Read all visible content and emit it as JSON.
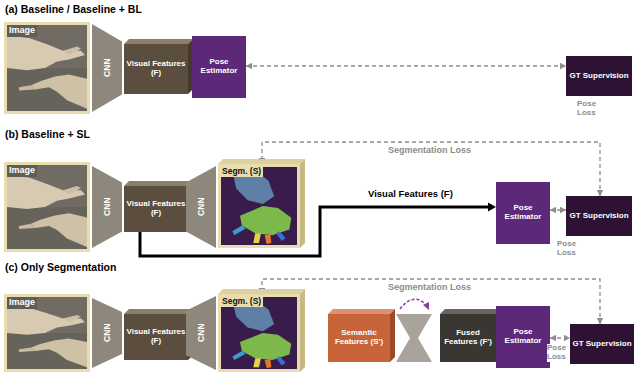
{
  "diagram": {
    "nodes": [
      {
        "text": [
          "Image"
        ]
      },
      {
        "text": [
          "CNN"
        ]
      },
      {
        "text": [
          "Visual Features (F)"
        ]
      },
      {
        "text": [
          "Pose Estimator"
        ]
      },
      {
        "text": [
          "GT Supervision"
        ]
      },
      {
        "text": [
          "Image"
        ]
      },
      {
        "text": [
          "CNN"
        ]
      },
      {
        "text": [
          "Visual Features (F)"
        ]
      },
      {
        "text": [
          "CNN"
        ]
      },
      {
        "text": [
          "Segm. (S)"
        ]
      },
      {
        "text": [
          "Pose Estimator"
        ]
      },
      {
        "text": [
          "GT Supervision"
        ]
      },
      {
        "text": [
          "Image"
        ]
      },
      {
        "text": [
          "CNN"
        ]
      },
      {
        "text": [
          "Visual Features (F)"
        ]
      },
      {
        "text": [
          "CNN"
        ]
      },
      {
        "text": [
          "Segm. (S)"
        ]
      },
      {
        "text": [
          "Semantic Features (S')"
        ]
      },
      {
        "text": [
          "Fused Features (F')"
        ]
      },
      {
        "text": [
          "Pose Estimator"
        ]
      },
      {
        "text": [
          "GT Supervision"
        ]
      }
    ],
    "edges": [
      {
        "from": 3,
        "to": 4,
        "arrow": "both",
        "label": "Pose Loss"
      },
      {
        "from": 11,
        "to": 9,
        "arrow": "both",
        "label": "Segmentation Loss"
      },
      {
        "from": 7,
        "to": 10,
        "arrow": "to",
        "label": "Visual Features (F)"
      },
      {
        "from": 10,
        "to": 11,
        "arrow": "both",
        "label": "Pose Loss"
      },
      {
        "from": 20,
        "to": 16,
        "arrow": "both",
        "label": "Segmentation Loss"
      },
      {
        "from": 19,
        "to": 20,
        "arrow": "both",
        "label": "Pose Loss"
      }
    ],
    "labels": [
      "(a) Baseline / Baseline + BL",
      "(b) Baseline + SL",
      "(c) Only Segmentation"
    ]
  }
}
